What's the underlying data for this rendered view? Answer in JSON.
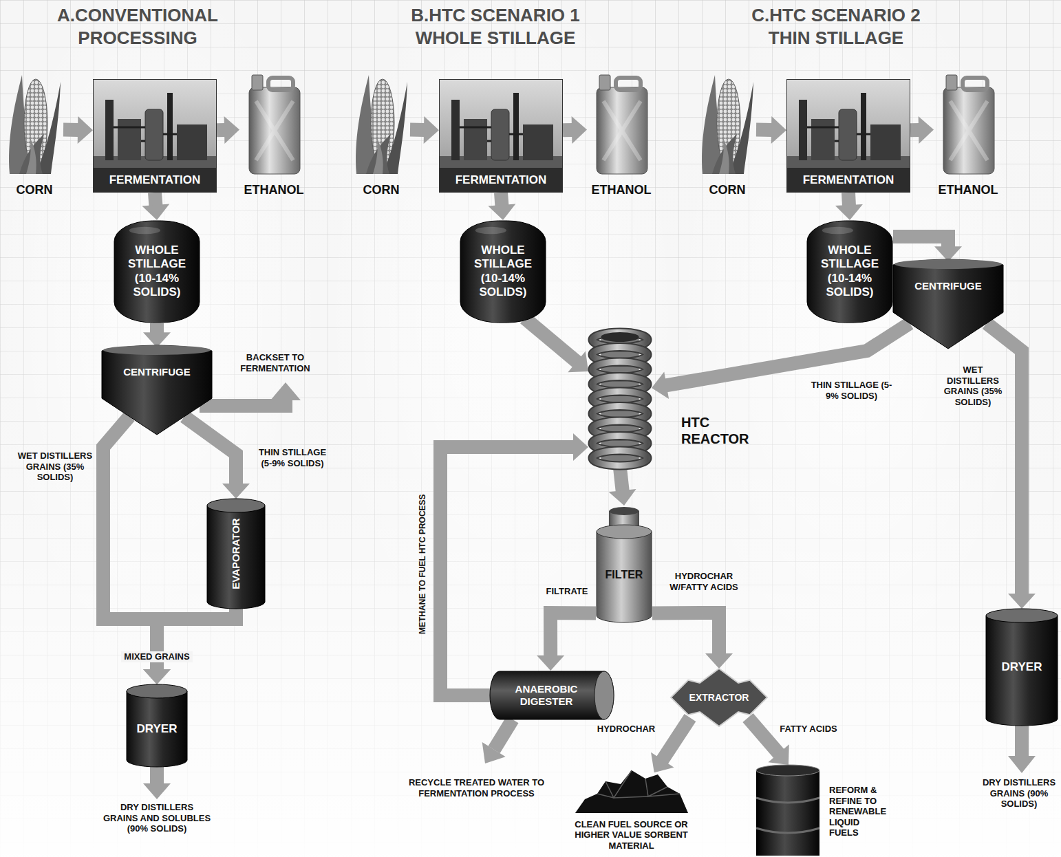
{
  "diagram": {
    "nodes": [
      {
        "text": [
          "CORN"
        ]
      },
      {
        "text": [
          "FERMENTATION"
        ]
      },
      {
        "text": [
          "ETHANOL"
        ]
      },
      {
        "text": [
          "WHOLE STILLAGE (10-14% SOLIDS)"
        ]
      },
      {
        "text": [
          "CENTRIFUGE"
        ]
      },
      {
        "text": [
          "EVAPORATOR"
        ]
      },
      {
        "text": [
          "DRYER"
        ]
      },
      {
        "text": [
          "CORN"
        ]
      },
      {
        "text": [
          "FERMENTATION"
        ]
      },
      {
        "text": [
          "ETHANOL"
        ]
      },
      {
        "text": [
          "WHOLE STILLAGE (10-14% SOLIDS)"
        ]
      },
      {
        "text": [
          "HTC REACTOR"
        ]
      },
      {
        "text": [
          "FILTER"
        ]
      },
      {
        "text": [
          "ANAEROBIC DIGESTER"
        ]
      },
      {
        "text": [
          "EXTRACTOR"
        ]
      },
      {
        "text": [
          "CLEAN FUEL SOURCE OR HIGHER VALUE SORBENT MATERIAL"
        ]
      },
      {
        "text": [
          "REFORM & REFINE TO RENEWABLE LIQUID FUELS"
        ]
      },
      {
        "text": [
          "CORN"
        ]
      },
      {
        "text": [
          "FERMENTATION"
        ]
      },
      {
        "text": [
          "ETHANOL"
        ]
      },
      {
        "text": [
          "WHOLE STILLAGE (10-14% SOLIDS)"
        ]
      },
      {
        "text": [
          "CENTRIFUGE"
        ]
      },
      {
        "text": [
          "DRYER"
        ]
      }
    ],
    "edges": [
      {
        "from": 0,
        "to": 1,
        "arrow": "to"
      },
      {
        "from": 1,
        "to": 2,
        "arrow": "to"
      },
      {
        "from": 1,
        "to": 3,
        "arrow": "to"
      },
      {
        "from": 3,
        "to": 4,
        "arrow": "to"
      },
      {
        "from": 4,
        "to": 6,
        "label": "WET DISTILLERS GRAINS (35% SOLIDS)",
        "arrow": "to"
      },
      {
        "from": 4,
        "to": 5,
        "label": "THIN STILLAGE (5-9% SOLIDS)",
        "arrow": "to"
      },
      {
        "from": 5,
        "to": 6,
        "arrow": "to"
      },
      {
        "from": 7,
        "to": 8,
        "arrow": "to"
      },
      {
        "from": 8,
        "to": 9,
        "arrow": "to"
      },
      {
        "from": 8,
        "to": 10,
        "arrow": "to"
      },
      {
        "from": 10,
        "to": 11,
        "arrow": "to"
      },
      {
        "from": 11,
        "to": 12,
        "arrow": "to"
      },
      {
        "from": 12,
        "to": 13,
        "label": "FILTRATE",
        "arrow": "to"
      },
      {
        "from": 12,
        "to": 14,
        "label": "HYDROCHAR W/FATTY ACIDS",
        "arrow": "to"
      },
      {
        "from": 13,
        "to": 11,
        "label": "METHANE TO FUEL HTC PROCESS",
        "arrow": "to"
      },
      {
        "from": 14,
        "to": 15,
        "label": "HYDROCHAR",
        "arrow": "to"
      },
      {
        "from": 14,
        "to": 16,
        "label": "FATTY ACIDS",
        "arrow": "to"
      },
      {
        "from": 17,
        "to": 18,
        "arrow": "to"
      },
      {
        "from": 18,
        "to": 19,
        "arrow": "to"
      },
      {
        "from": 18,
        "to": 20,
        "arrow": "to"
      },
      {
        "from": 20,
        "to": 21,
        "arrow": "to"
      },
      {
        "from": 21,
        "to": 11,
        "label": "THIN STILLAGE (5-9% SOLIDS)",
        "arrow": "to"
      },
      {
        "from": 21,
        "to": 22,
        "label": "WET DISTILLERS GRAINS (35% SOLIDS)",
        "arrow": "to"
      }
    ],
    "labels": [
      "A.CONVENTIONAL PROCESSING",
      "BACKSET TO FERMENTATION",
      "MIXED GRAINS",
      "DRY DISTILLERS GRAINS AND SOLUBLES (90% SOLIDS)",
      "B.HTC SCENARIO 1 WHOLE STILLAGE",
      "RECYCLE TREATED WATER TO FERMENTATION PROCESS",
      "C.HTC SCENARIO 2 THIN STILLAGE",
      "DRY DISTILLERS GRAINS (90% SOLIDS)"
    ]
  }
}
